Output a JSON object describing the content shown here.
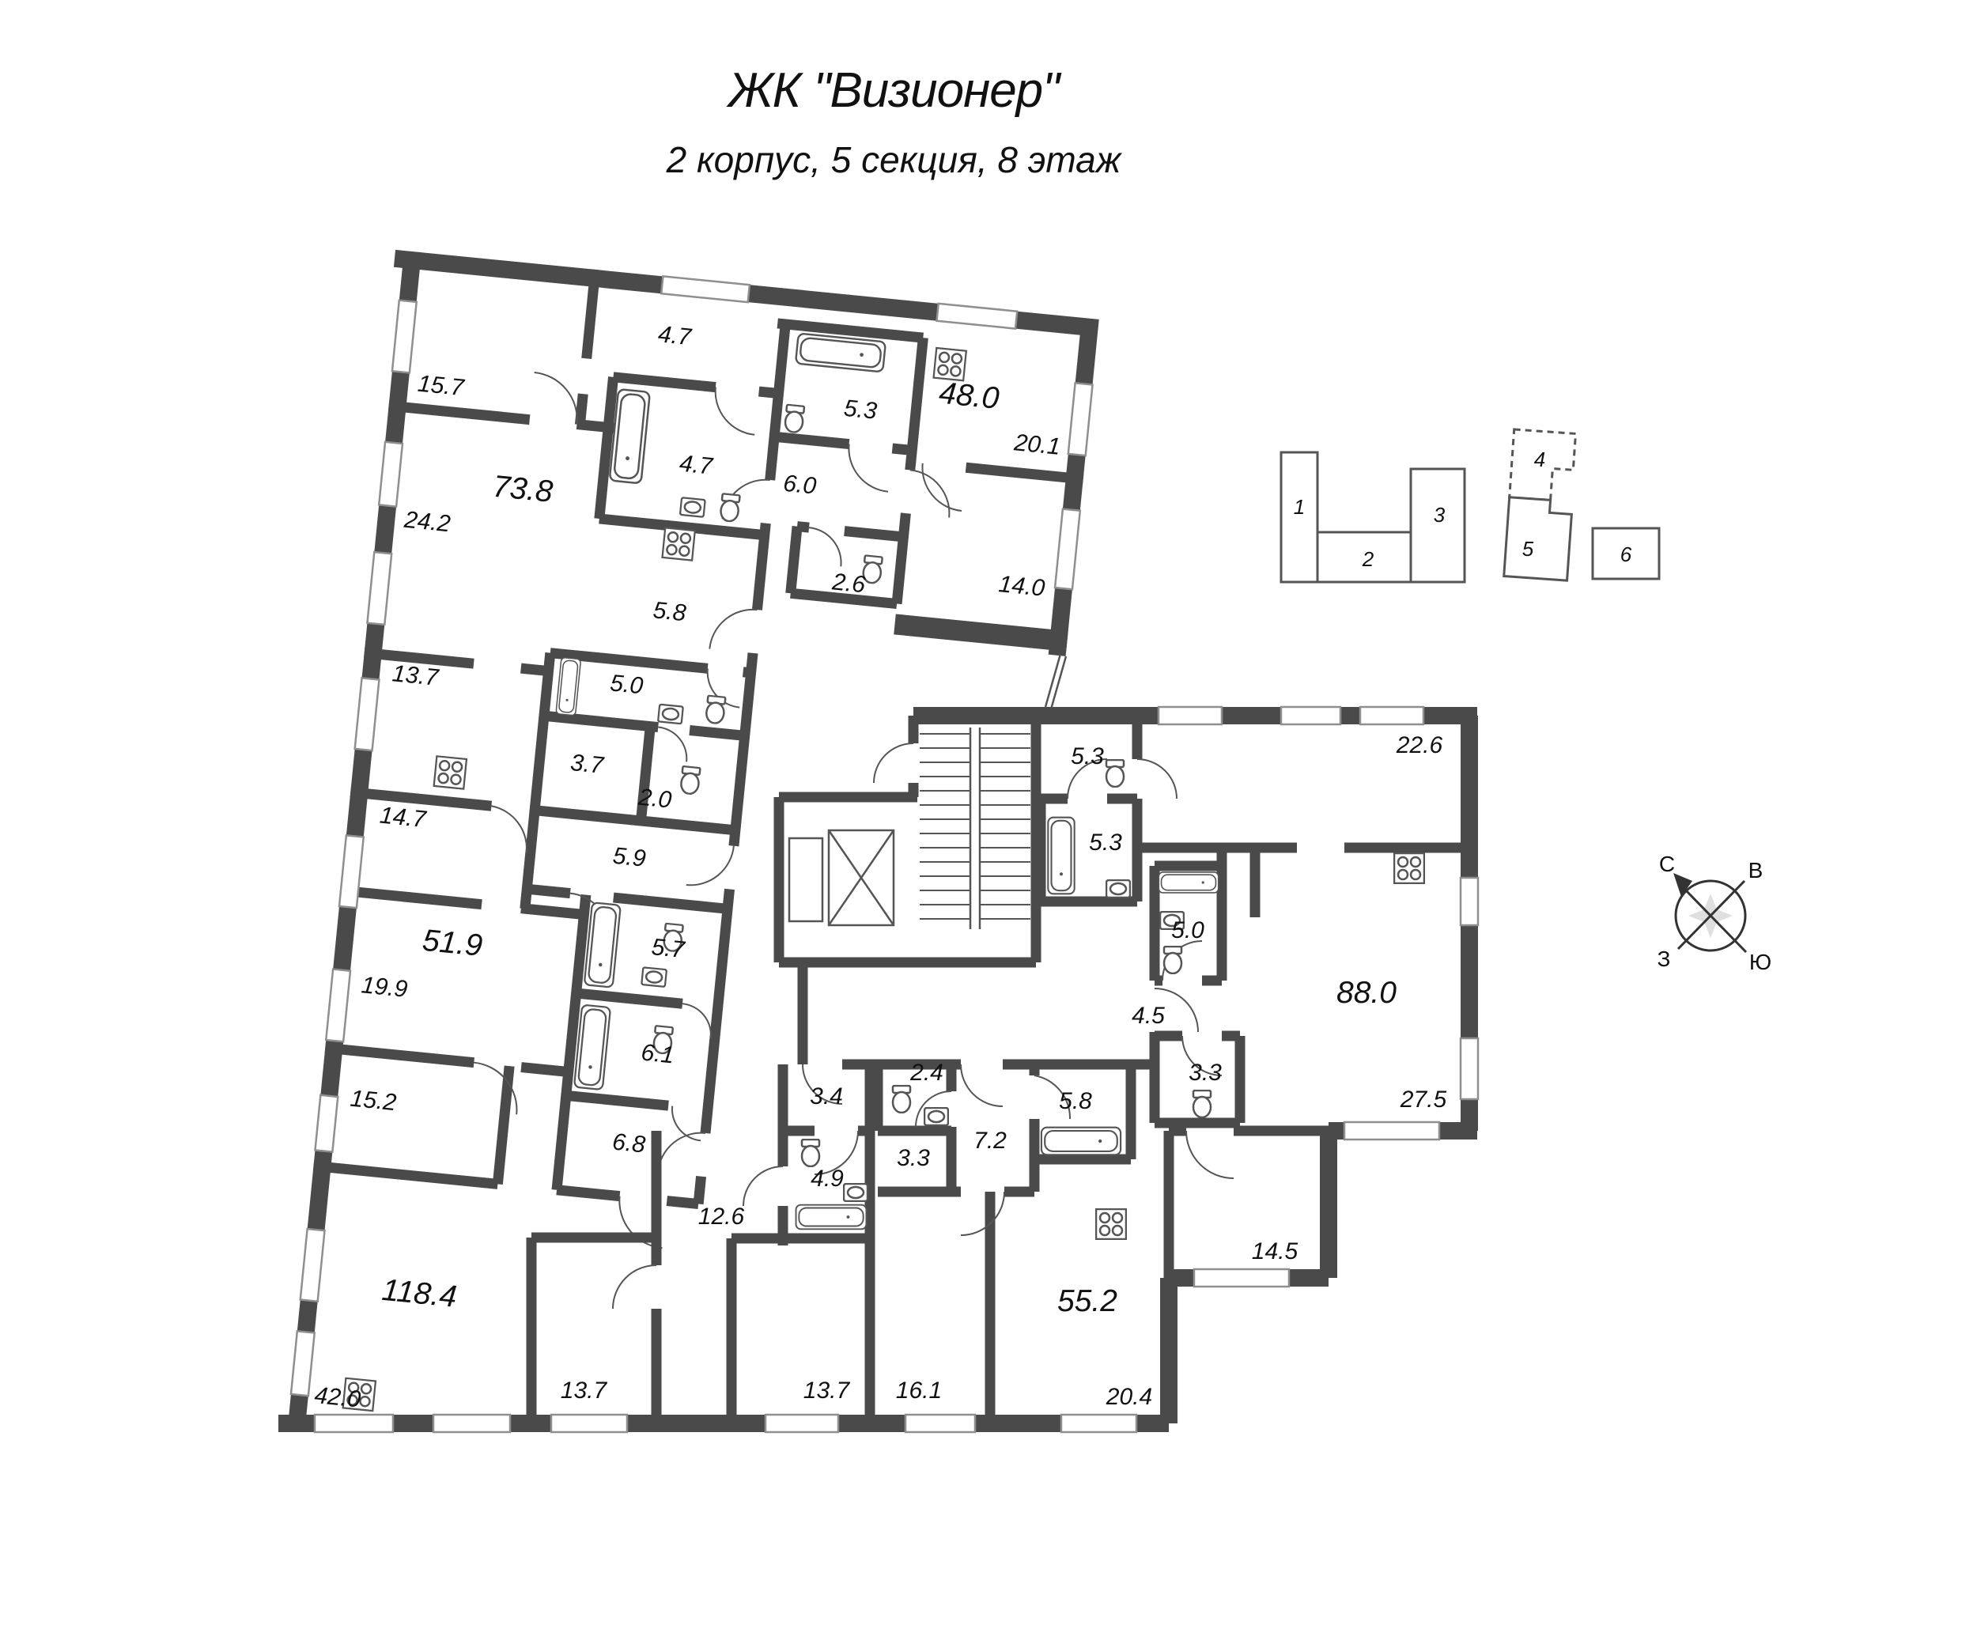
{
  "title": {
    "main": "ЖК \"Визионер\"",
    "subtitle": "2 корпус, 5 секция, 8 этаж"
  },
  "plan": {
    "areas": [
      "15.7",
      "4.7",
      "4.7",
      "5.3",
      "48.0",
      "20.1",
      "73.8",
      "24.2",
      "6.0",
      "2.6",
      "14.0",
      "5.8",
      "13.7",
      "5.0",
      "3.7",
      "2.0",
      "14.7",
      "5.9",
      "51.9",
      "19.9",
      "5.7",
      "6.1",
      "15.2",
      "6.8",
      "118.4",
      "42.0",
      "12.6",
      "4.9",
      "3.4",
      "2.4",
      "3.3",
      "7.2",
      "5.8",
      "13.7",
      "16.1",
      "55.2",
      "20.4",
      "13.7",
      "5.3",
      "5.3",
      "5.0",
      "4.5",
      "3.3",
      "88.0",
      "22.6",
      "27.5",
      "14.5"
    ],
    "apartment_totals": [
      "73.8",
      "48.0",
      "51.9",
      "118.4",
      "55.2",
      "88.0"
    ]
  },
  "keyplan": {
    "sections": [
      "1",
      "2",
      "3",
      "4",
      "5",
      "6"
    ],
    "current_section": "5"
  },
  "compass": {
    "north": "С",
    "east": "В",
    "west": "З",
    "south": "Ю"
  },
  "colors": {
    "wall": "#4a4a4a",
    "keyplan_highlight": "#d8d8d8"
  }
}
